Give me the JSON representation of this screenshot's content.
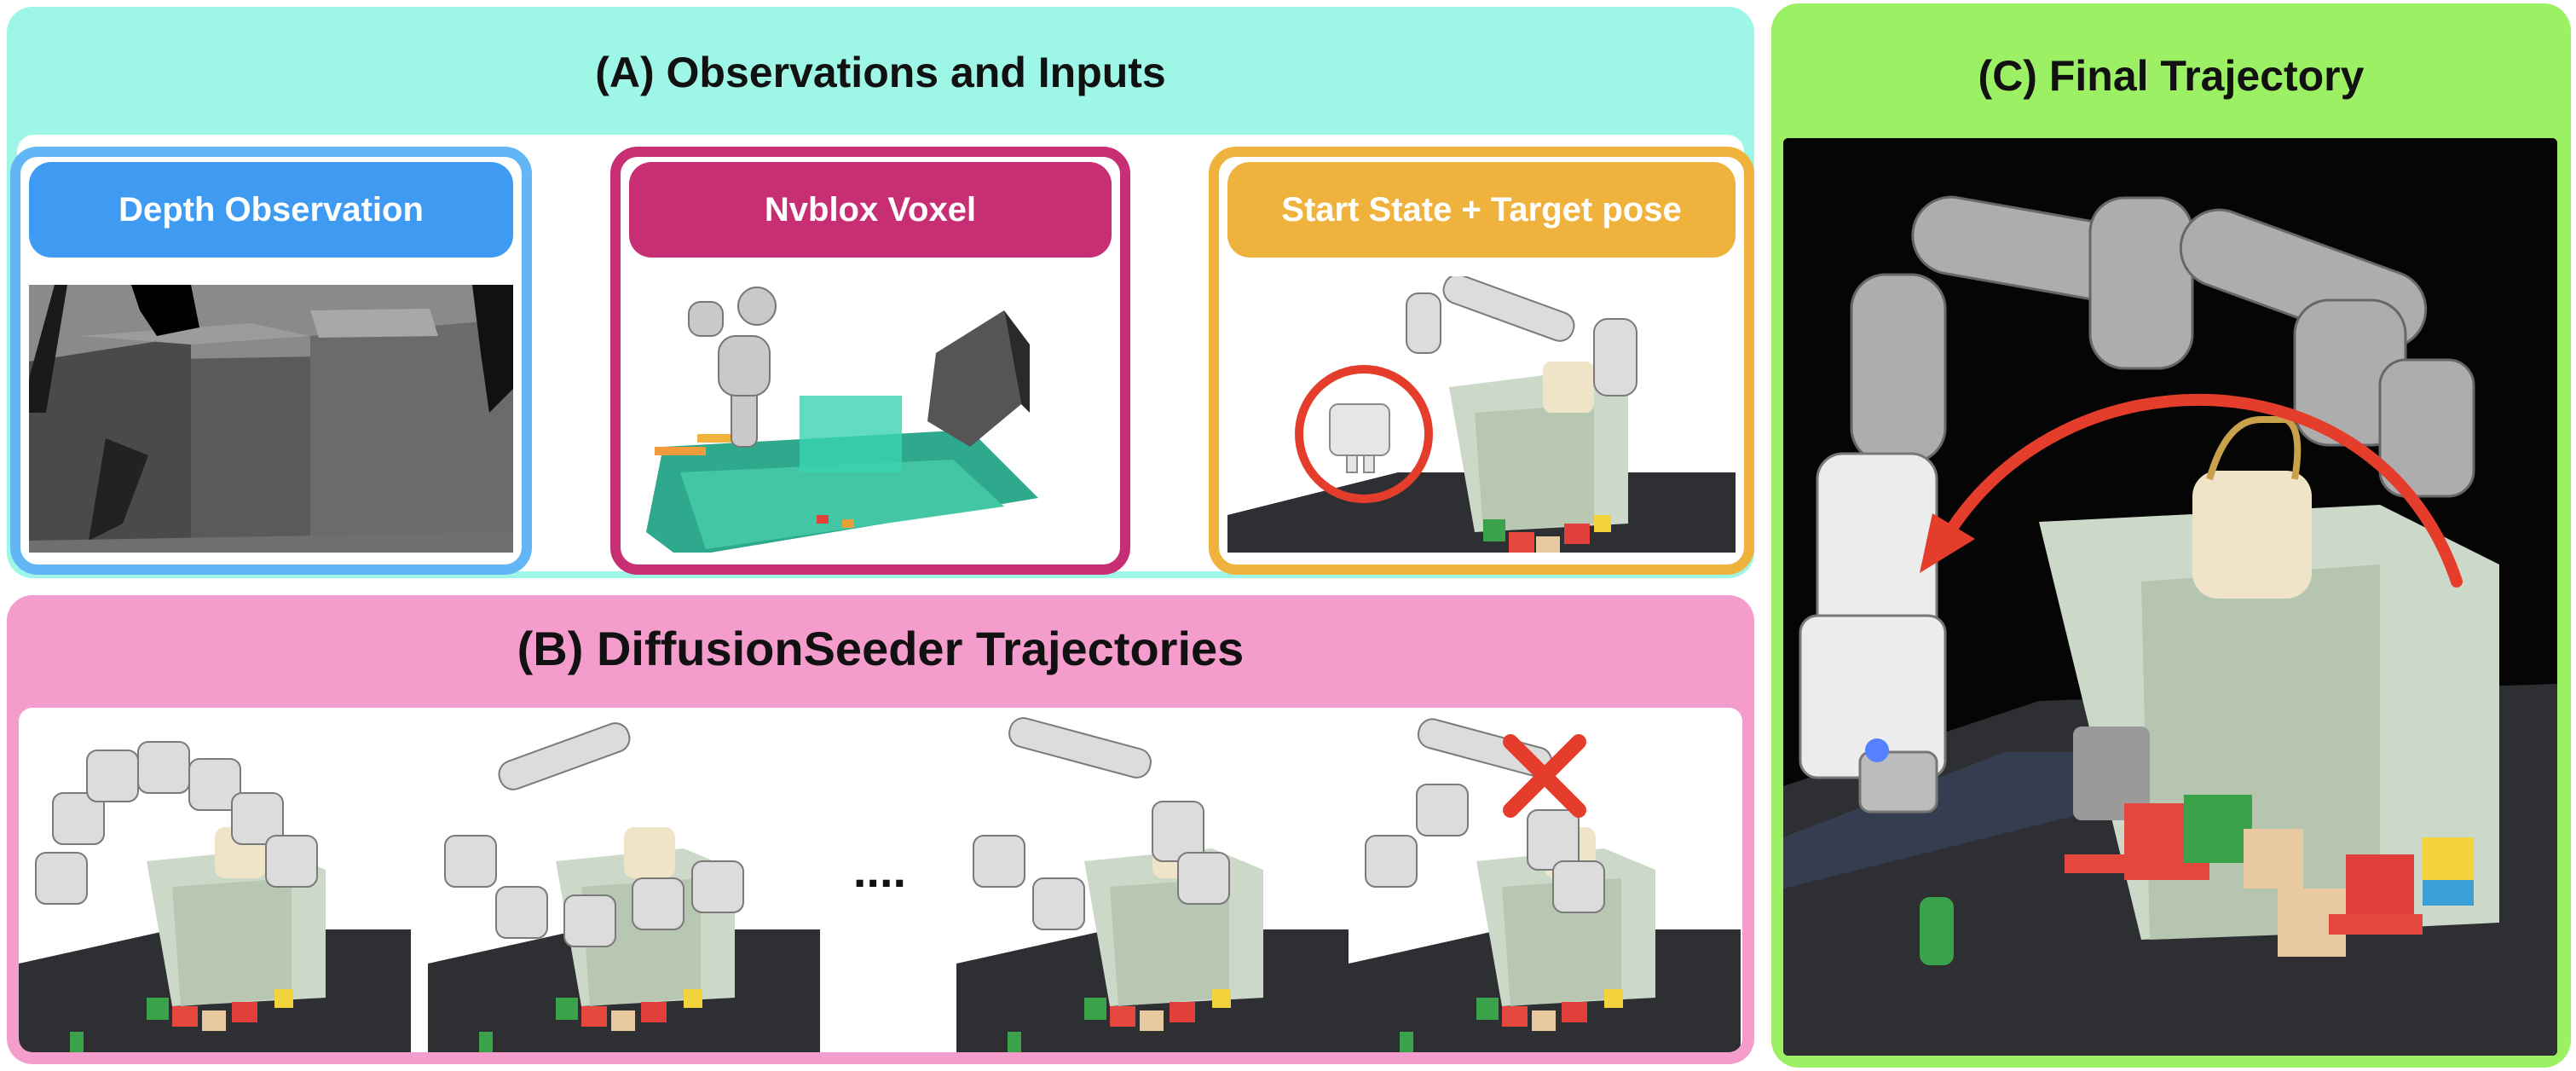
{
  "panel_a": {
    "title": "(A) Observations and Inputs",
    "cards": {
      "depth": {
        "label": "Depth Observation"
      },
      "voxel": {
        "label": "Nvblox Voxel"
      },
      "target": {
        "label": "Start State + Target pose"
      }
    }
  },
  "panel_b": {
    "title": "(B) DiffusionSeeder Trajectories",
    "ellipsis": "....",
    "frames": [
      "trajectory-1",
      "trajectory-2",
      "trajectory-3",
      "trajectory-4-invalid"
    ]
  },
  "panel_c": {
    "title": "(C) Final Trajectory"
  },
  "colors": {
    "panel_a": "#9ef6e6",
    "panel_b": "#f49ccb",
    "panel_c": "#9cf063",
    "depth_card": "#3f9bf2",
    "voxel_card": "#c72e74",
    "target_card": "#efb23c",
    "marker_red": "#e53d2c"
  },
  "icons": [
    "red-circle-marker",
    "red-x-icon",
    "red-curved-arrow"
  ]
}
